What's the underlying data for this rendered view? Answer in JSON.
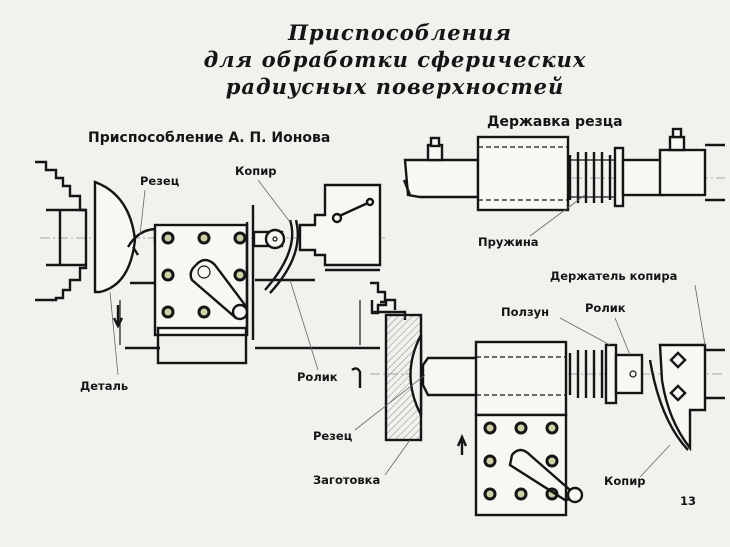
{
  "title": {
    "line1": "Приспособления",
    "line2": "для обработки сферических",
    "line3": "радиусных поверхностей"
  },
  "left_figure": {
    "heading": "Приспособление А. П. Ионова",
    "labels": {
      "cutter": "Резец",
      "copier": "Копир",
      "part": "Деталь",
      "roller": "Ролик"
    }
  },
  "top_right_figure": {
    "heading": "Державка резца",
    "labels": {
      "spring": "Пружина"
    }
  },
  "bottom_right_figure": {
    "labels": {
      "copier_holder": "Держатель копира",
      "slider": "Ползун",
      "roller": "Ролик",
      "cutter": "Резец",
      "blank": "Заготовка",
      "copier": "Копир"
    }
  },
  "page_number": "13"
}
